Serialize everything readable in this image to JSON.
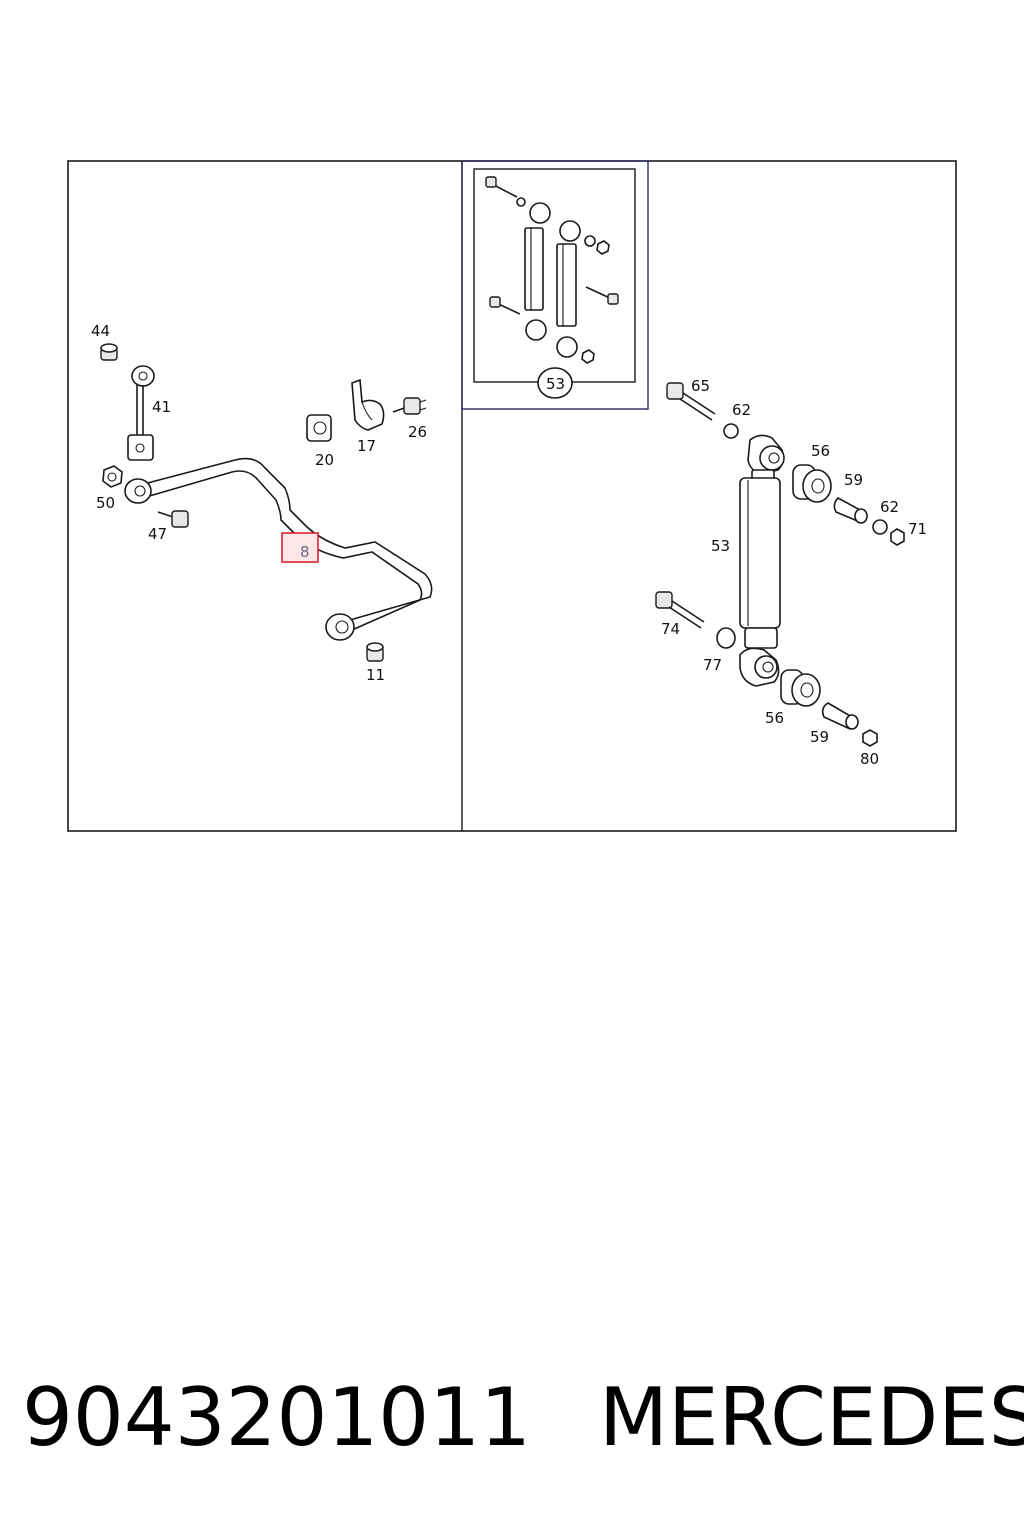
{
  "diagram": {
    "labels": {
      "p44": "44",
      "p41": "41",
      "p50": "50",
      "p47": "47",
      "p20": "20",
      "p17": "17",
      "p26": "26",
      "p8": "8",
      "p11": "11",
      "p53_inset": "53",
      "p65": "65",
      "p62a": "62",
      "p56a": "56",
      "p59a": "59",
      "p62b": "62",
      "p71": "71",
      "p53": "53",
      "p74": "74",
      "p77": "77",
      "p56b": "56",
      "p59b": "59",
      "p80": "80"
    },
    "highlight_color": "#d9232d",
    "frame_color": "#2a2a6a"
  },
  "caption": {
    "part_number": "9043201011",
    "brand": "MERCEDES"
  }
}
